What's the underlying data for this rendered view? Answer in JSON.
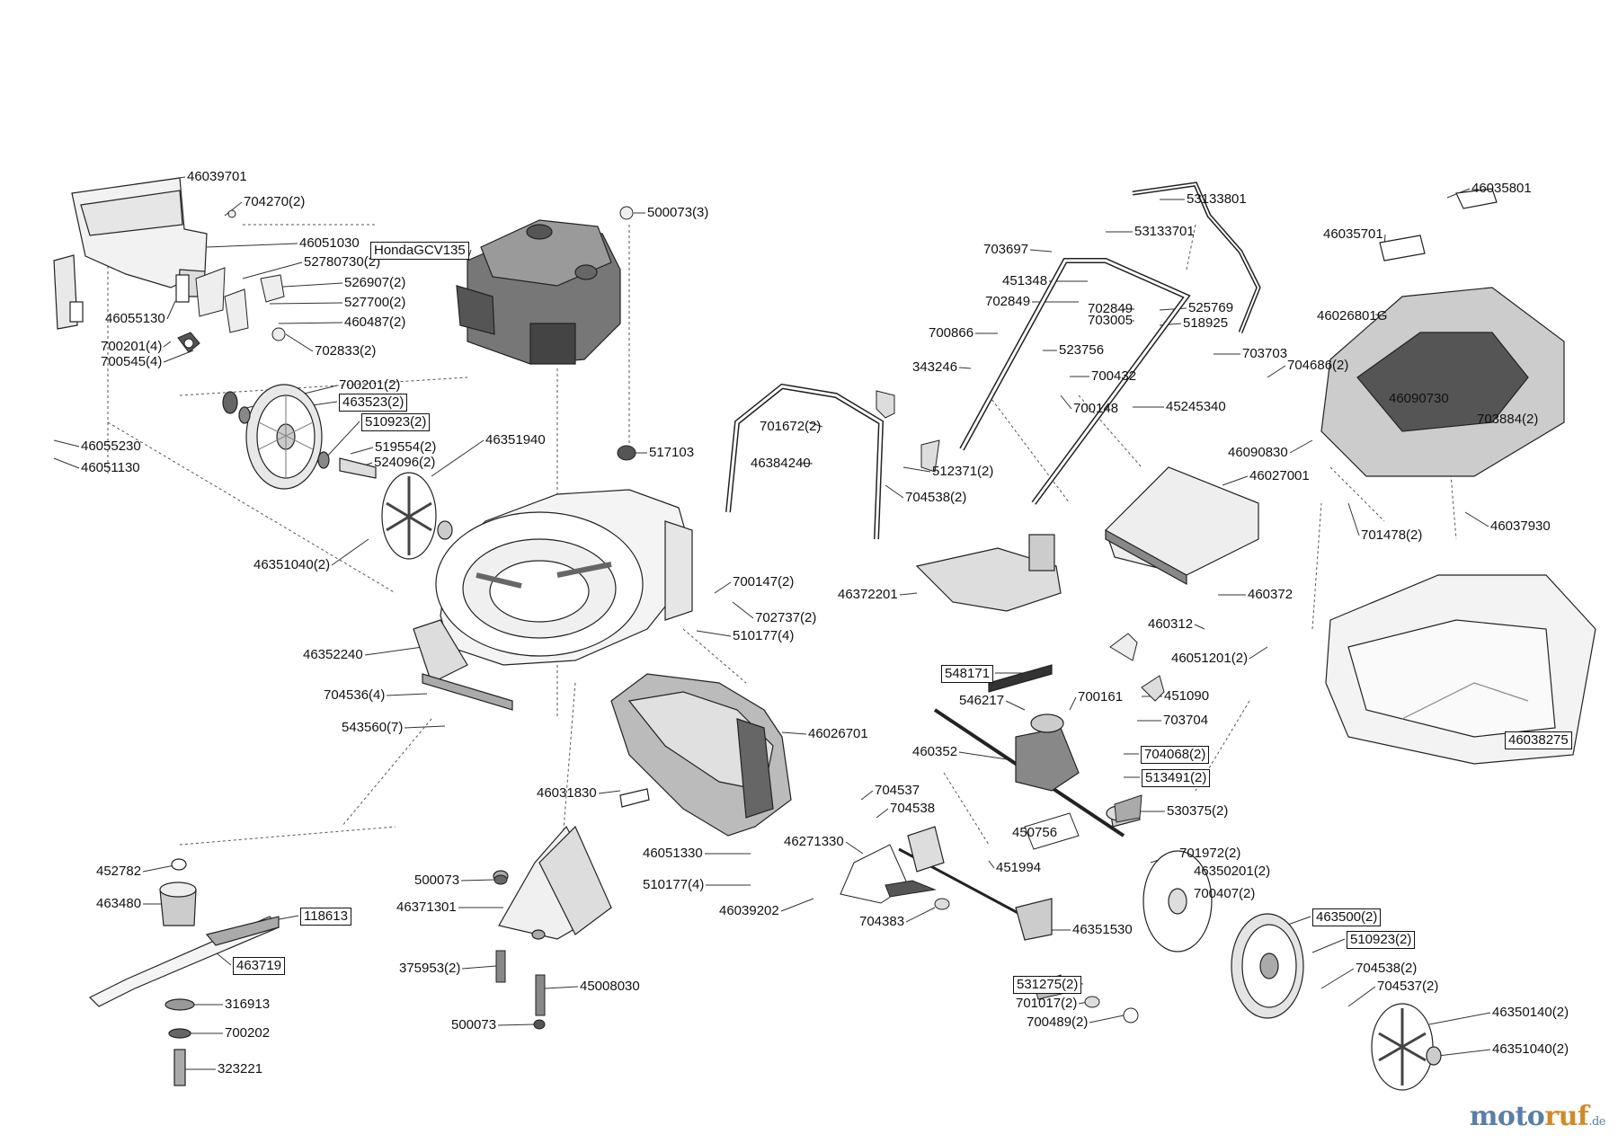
{
  "diagram": {
    "labels": [
      {
        "id": "46039701",
        "text": "46039701",
        "boxed": false
      },
      {
        "id": "704270-2",
        "text": "704270(2)",
        "boxed": false
      },
      {
        "id": "46051030",
        "text": "46051030",
        "boxed": false
      },
      {
        "id": "52780730-2",
        "text": "52780730(2)",
        "boxed": false
      },
      {
        "id": "526907-2",
        "text": "526907(2)",
        "boxed": false
      },
      {
        "id": "527700-2",
        "text": "527700(2)",
        "boxed": false
      },
      {
        "id": "460487-2",
        "text": "460487(2)",
        "boxed": false
      },
      {
        "id": "702833-2",
        "text": "702833(2)",
        "boxed": false
      },
      {
        "id": "46055130",
        "text": "46055130",
        "boxed": false
      },
      {
        "id": "700201-4",
        "text": "700201(4)",
        "boxed": false
      },
      {
        "id": "700545-4",
        "text": "700545(4)",
        "boxed": false
      },
      {
        "id": "700201-2",
        "text": "700201(2)",
        "boxed": false
      },
      {
        "id": "463523-2",
        "text": "463523(2)",
        "boxed": true
      },
      {
        "id": "510923-2a",
        "text": "510923(2)",
        "boxed": true
      },
      {
        "id": "519554-2",
        "text": "519554(2)",
        "boxed": false
      },
      {
        "id": "524096-2",
        "text": "524096(2)",
        "boxed": false
      },
      {
        "id": "46351940",
        "text": "46351940",
        "boxed": false
      },
      {
        "id": "46055230",
        "text": "46055230",
        "boxed": false
      },
      {
        "id": "46051130",
        "text": "46051130",
        "boxed": false
      },
      {
        "id": "46351040-2a",
        "text": "46351040(2)",
        "boxed": false
      },
      {
        "id": "hondagcv135",
        "text": "HondaGCV135",
        "boxed": true
      },
      {
        "id": "500073-3",
        "text": "500073(3)",
        "boxed": false
      },
      {
        "id": "517103",
        "text": "517103",
        "boxed": false
      },
      {
        "id": "46352240",
        "text": "46352240",
        "boxed": false
      },
      {
        "id": "704536-4",
        "text": "704536(4)",
        "boxed": false
      },
      {
        "id": "543560-7",
        "text": "543560(7)",
        "boxed": false
      },
      {
        "id": "700147-2",
        "text": "700147(2)",
        "boxed": false
      },
      {
        "id": "702737-2",
        "text": "702737(2)",
        "boxed": false
      },
      {
        "id": "510177-4a",
        "text": "510177(4)",
        "boxed": false
      },
      {
        "id": "46026701",
        "text": "46026701",
        "boxed": false
      },
      {
        "id": "46031830",
        "text": "46031830",
        "boxed": false
      },
      {
        "id": "46051330",
        "text": "46051330",
        "boxed": false
      },
      {
        "id": "510177-4b",
        "text": "510177(4)",
        "boxed": false
      },
      {
        "id": "46039202",
        "text": "46039202",
        "boxed": false
      },
      {
        "id": "46271330",
        "text": "46271330",
        "boxed": false
      },
      {
        "id": "704383",
        "text": "704383",
        "boxed": false
      },
      {
        "id": "452782",
        "text": "452782",
        "boxed": false
      },
      {
        "id": "463480",
        "text": "463480",
        "boxed": false
      },
      {
        "id": "118613",
        "text": "118613",
        "boxed": true
      },
      {
        "id": "463719",
        "text": "463719",
        "boxed": true
      },
      {
        "id": "316913",
        "text": "316913",
        "boxed": false
      },
      {
        "id": "700202",
        "text": "700202",
        "boxed": false
      },
      {
        "id": "323221",
        "text": "323221",
        "boxed": false
      },
      {
        "id": "500073a",
        "text": "500073",
        "boxed": false
      },
      {
        "id": "46371301",
        "text": "46371301",
        "boxed": false
      },
      {
        "id": "375953-2",
        "text": "375953(2)",
        "boxed": false
      },
      {
        "id": "45008030",
        "text": "45008030",
        "boxed": false
      },
      {
        "id": "500073b",
        "text": "500073",
        "boxed": false
      },
      {
        "id": "701672-2",
        "text": "701672(2)",
        "boxed": false
      },
      {
        "id": "46384240",
        "text": "46384240",
        "boxed": false
      },
      {
        "id": "512371-2",
        "text": "512371(2)",
        "boxed": false
      },
      {
        "id": "704538-2a",
        "text": "704538(2)",
        "boxed": false
      },
      {
        "id": "46372201",
        "text": "46372201",
        "boxed": false
      },
      {
        "id": "53133801",
        "text": "53133801",
        "boxed": false
      },
      {
        "id": "53133701",
        "text": "53133701",
        "boxed": false
      },
      {
        "id": "703697",
        "text": "703697",
        "boxed": false
      },
      {
        "id": "451348",
        "text": "451348",
        "boxed": false
      },
      {
        "id": "702849a",
        "text": "702849",
        "boxed": false
      },
      {
        "id": "702849b",
        "text": "702849",
        "boxed": false
      },
      {
        "id": "703005",
        "text": "703005",
        "boxed": false
      },
      {
        "id": "525769",
        "text": "525769",
        "boxed": false
      },
      {
        "id": "518925",
        "text": "518925",
        "boxed": false
      },
      {
        "id": "700866",
        "text": "700866",
        "boxed": false
      },
      {
        "id": "523756",
        "text": "523756",
        "boxed": false
      },
      {
        "id": "343246",
        "text": "343246",
        "boxed": false
      },
      {
        "id": "700432",
        "text": "700432",
        "boxed": false
      },
      {
        "id": "703703",
        "text": "703703",
        "boxed": false
      },
      {
        "id": "700148",
        "text": "700148",
        "boxed": false
      },
      {
        "id": "45245340",
        "text": "45245340",
        "boxed": false
      },
      {
        "id": "46027001",
        "text": "46027001",
        "boxed": false
      },
      {
        "id": "460372",
        "text": "460372",
        "boxed": false
      },
      {
        "id": "460312",
        "text": "460312",
        "boxed": false
      },
      {
        "id": "46051201-2",
        "text": "46051201(2)",
        "boxed": false
      },
      {
        "id": "548171",
        "text": "548171",
        "boxed": true
      },
      {
        "id": "700161",
        "text": "700161",
        "boxed": false
      },
      {
        "id": "546217",
        "text": "546217",
        "boxed": false
      },
      {
        "id": "451090",
        "text": "451090",
        "boxed": false
      },
      {
        "id": "703704",
        "text": "703704",
        "boxed": false
      },
      {
        "id": "460352",
        "text": "460352",
        "boxed": false
      },
      {
        "id": "704068-2",
        "text": "704068(2)",
        "boxed": true
      },
      {
        "id": "513491-2",
        "text": "513491(2)",
        "boxed": true
      },
      {
        "id": "704537",
        "text": "704537",
        "boxed": false
      },
      {
        "id": "704538",
        "text": "704538",
        "boxed": false
      },
      {
        "id": "530375-2",
        "text": "530375(2)",
        "boxed": false
      },
      {
        "id": "450756",
        "text": "450756",
        "boxed": false
      },
      {
        "id": "451994",
        "text": "451994",
        "boxed": false
      },
      {
        "id": "701972-2",
        "text": "701972(2)",
        "boxed": false
      },
      {
        "id": "46350201-2",
        "text": "46350201(2)",
        "boxed": false
      },
      {
        "id": "700407-2",
        "text": "700407(2)",
        "boxed": false
      },
      {
        "id": "463500-2",
        "text": "463500(2)",
        "boxed": true
      },
      {
        "id": "46351530",
        "text": "46351530",
        "boxed": false
      },
      {
        "id": "510923-2b",
        "text": "510923(2)",
        "boxed": true
      },
      {
        "id": "531275-2",
        "text": "531275(2)",
        "boxed": true
      },
      {
        "id": "701017-2",
        "text": "701017(2)",
        "boxed": false
      },
      {
        "id": "700489-2",
        "text": "700489(2)",
        "boxed": false
      },
      {
        "id": "704538-2b",
        "text": "704538(2)",
        "boxed": false
      },
      {
        "id": "704537-2",
        "text": "704537(2)",
        "boxed": false
      },
      {
        "id": "46350140-2",
        "text": "46350140(2)",
        "boxed": false
      },
      {
        "id": "46351040-2b",
        "text": "46351040(2)",
        "boxed": false
      },
      {
        "id": "46035801",
        "text": "46035801",
        "boxed": false
      },
      {
        "id": "46035701",
        "text": "46035701",
        "boxed": false
      },
      {
        "id": "46026801G",
        "text": "46026801G",
        "boxed": false
      },
      {
        "id": "704686-2",
        "text": "704686(2)",
        "boxed": false
      },
      {
        "id": "46090730",
        "text": "46090730",
        "boxed": false
      },
      {
        "id": "703884-2",
        "text": "703884(2)",
        "boxed": false
      },
      {
        "id": "46090830",
        "text": "46090830",
        "boxed": false
      },
      {
        "id": "701478-2",
        "text": "701478(2)",
        "boxed": false
      },
      {
        "id": "46037930",
        "text": "46037930",
        "boxed": false
      },
      {
        "id": "46038275",
        "text": "46038275",
        "boxed": true
      }
    ]
  },
  "logo": {
    "part1": "moto",
    "part2": "ruf",
    "suffix": ".de"
  },
  "colors": {
    "line": "#222222",
    "dash": "#555555",
    "fill_light": "#f2f2f2",
    "fill_mid": "#cfcfcf",
    "fill_dark": "#555555"
  }
}
